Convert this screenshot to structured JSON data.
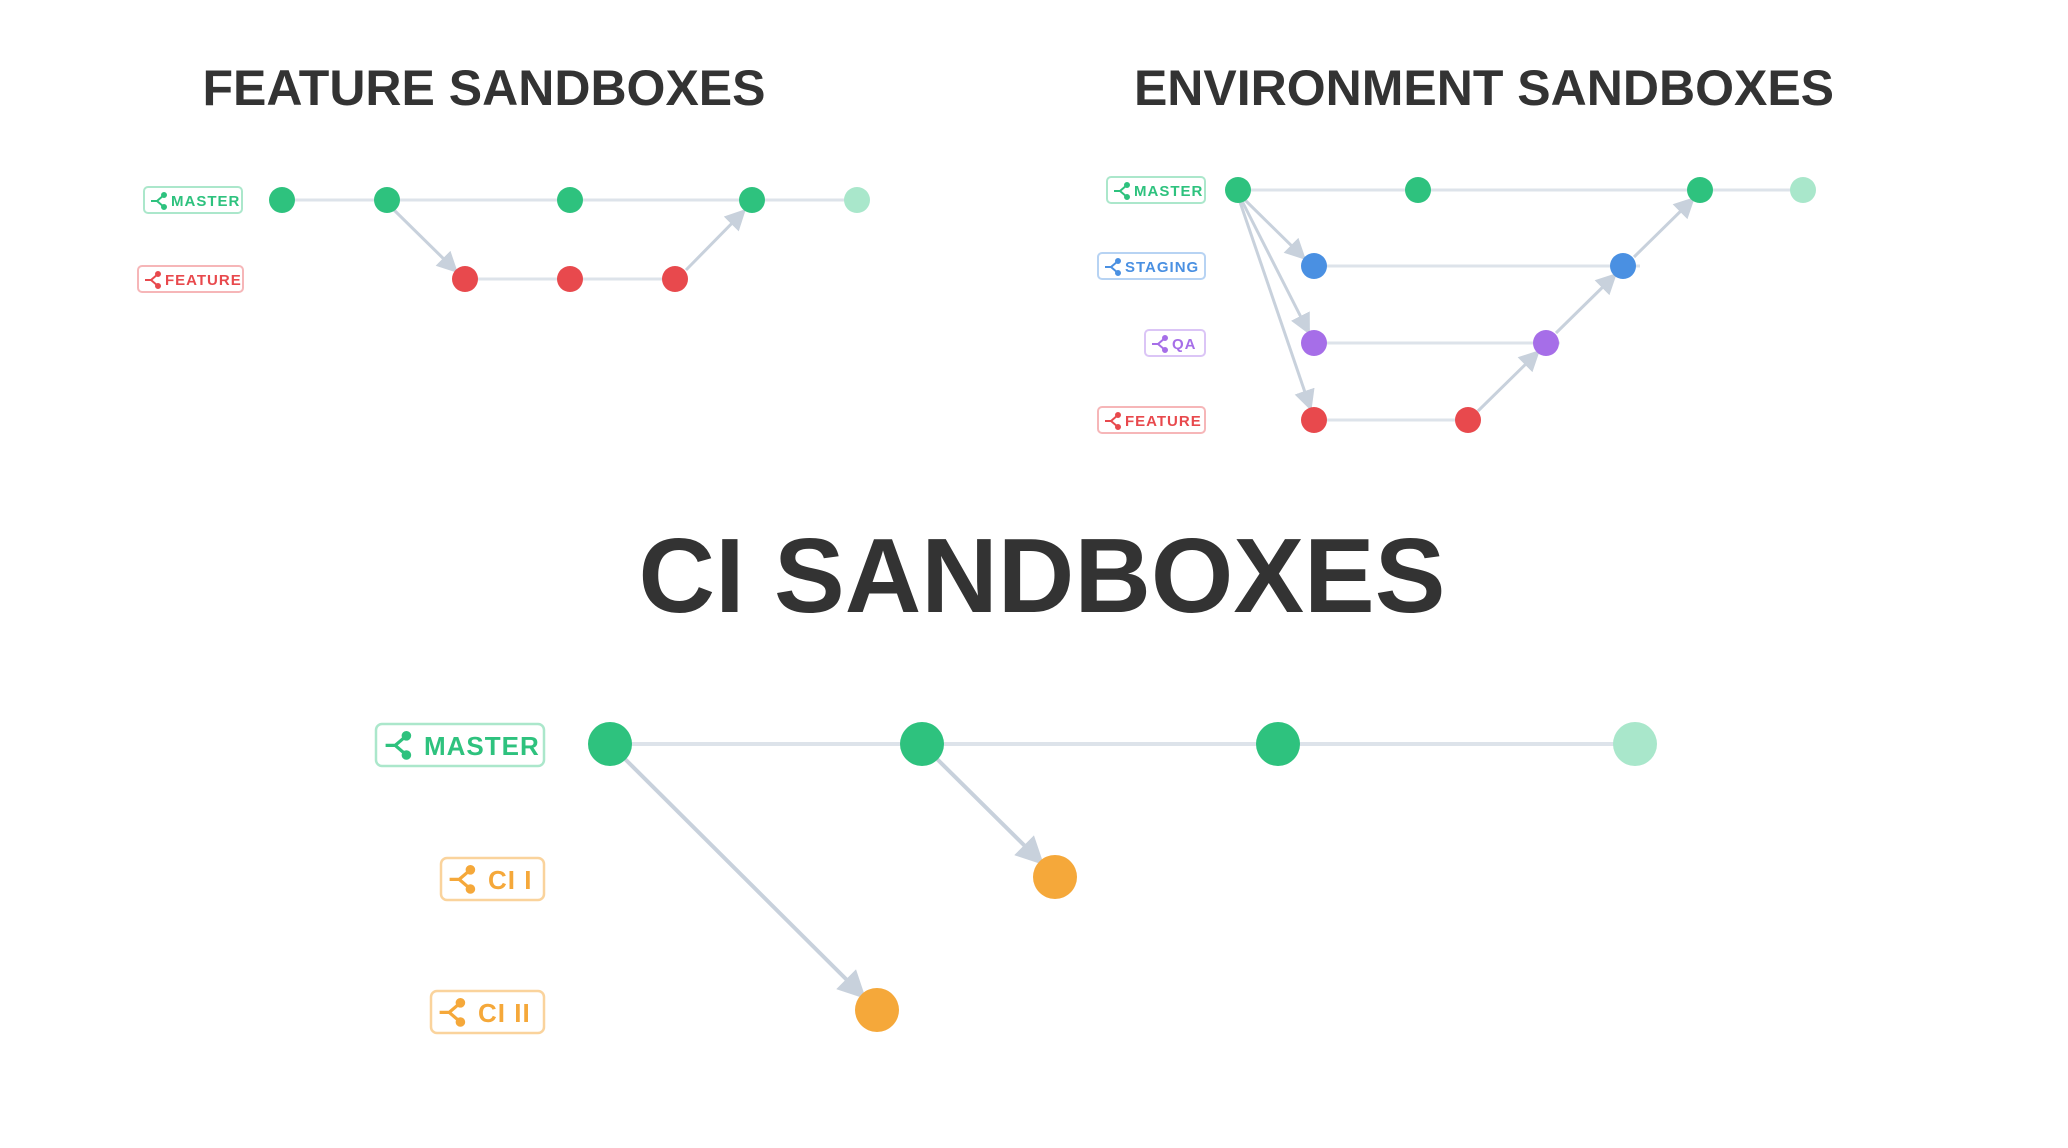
{
  "colors": {
    "master": "#2ec27e",
    "master_faded": "#a9e7cb",
    "feature": "#e8494d",
    "staging": "#4a90e2",
    "qa": "#a66ee8",
    "ci": "#f5a83a",
    "line": "#dde3ea",
    "arrow": "#c8d1dc",
    "title": "#333333"
  },
  "feature_sandboxes": {
    "title": "FEATURE SANDBOXES",
    "branches": [
      {
        "id": "master",
        "label": "MASTER",
        "icon": "branch-icon",
        "color": "#2ec27e"
      },
      {
        "id": "feature",
        "label": "FEATURE",
        "icon": "branch-icon",
        "color": "#e8494d"
      }
    ]
  },
  "environment_sandboxes": {
    "title": "ENVIRONMENT SANDBOXES",
    "branches": [
      {
        "id": "master",
        "label": "MASTER",
        "icon": "branch-icon",
        "color": "#2ec27e"
      },
      {
        "id": "staging",
        "label": "STAGING",
        "icon": "branch-icon",
        "color": "#4a90e2"
      },
      {
        "id": "qa",
        "label": "QA",
        "icon": "branch-icon",
        "color": "#a66ee8"
      },
      {
        "id": "feature",
        "label": "FEATURE",
        "icon": "branch-icon",
        "color": "#e8494d"
      }
    ]
  },
  "ci_sandboxes": {
    "title": "CI SANDBOXES",
    "branches": [
      {
        "id": "master",
        "label": "MASTER",
        "icon": "branch-icon",
        "color": "#2ec27e"
      },
      {
        "id": "ci1",
        "label": "CI I",
        "icon": "branch-icon",
        "color": "#f5a83a"
      },
      {
        "id": "ci2",
        "label": "CI II",
        "icon": "branch-icon",
        "color": "#f5a83a"
      }
    ]
  }
}
